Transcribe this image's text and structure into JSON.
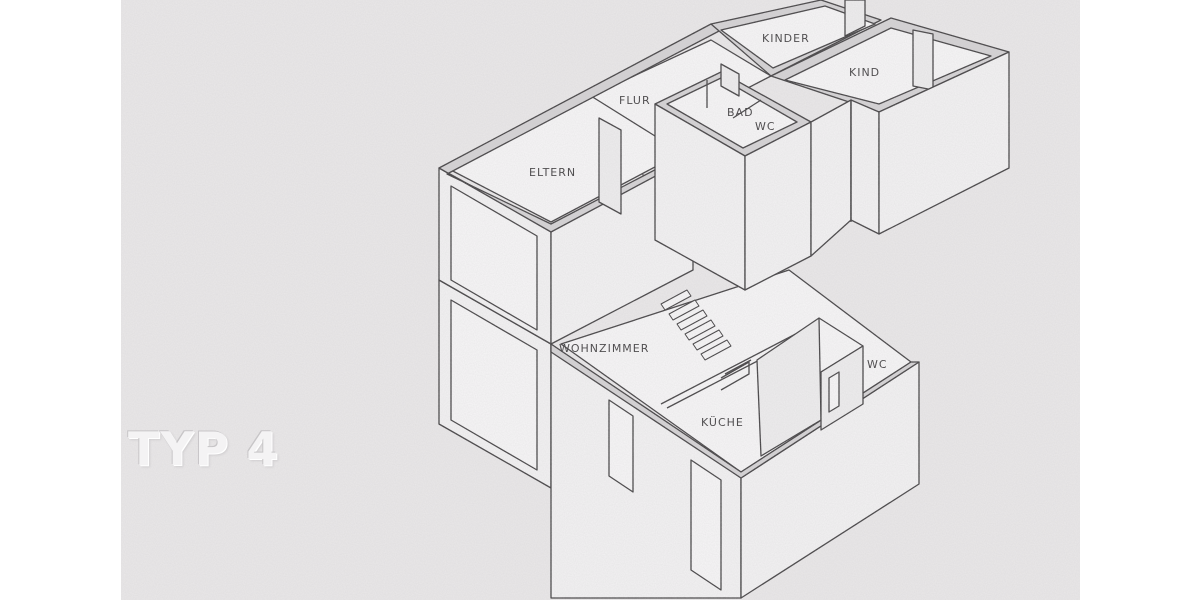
{
  "title": "TYP 4",
  "rooms": {
    "kinder": "KINDER",
    "kind": "KIND",
    "flur": "FLUR",
    "bad": "BAD",
    "wc_upper": "WC",
    "eltern": "ELTERN",
    "wohnzimmer": "WOHNZIMMER",
    "wc_lower": "WC",
    "kueche": "KÜCHE"
  },
  "colors": {
    "paper": "#eae8e9",
    "line": "#3e3c3e",
    "wall_top": "#d4d2d4",
    "face": "#f3f2f3",
    "floor": "#f7f6f7"
  }
}
